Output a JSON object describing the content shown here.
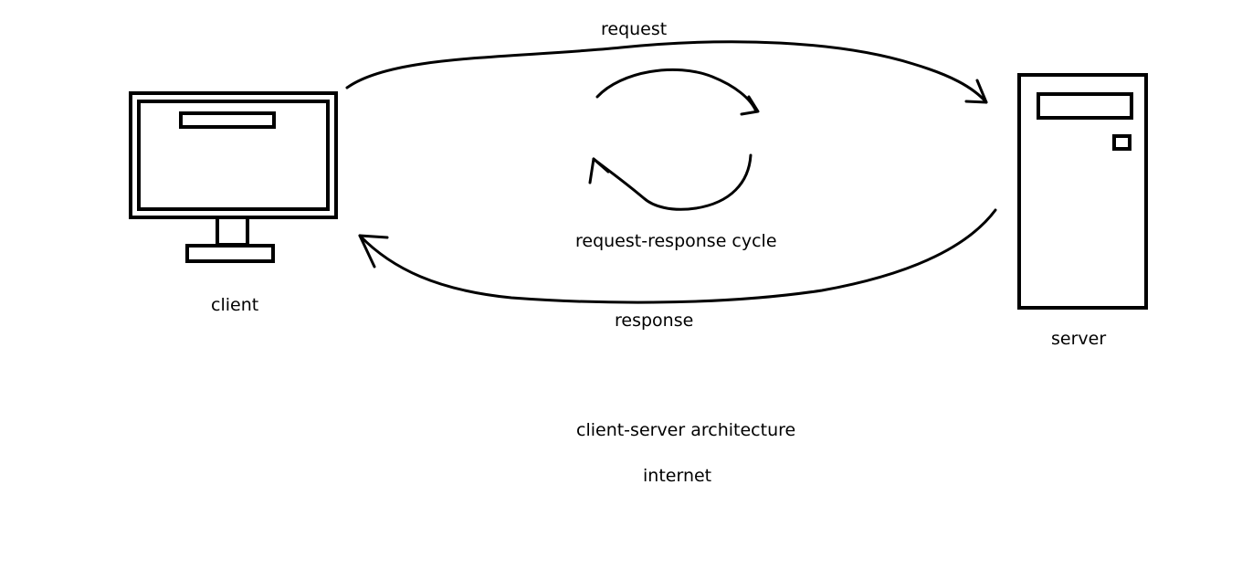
{
  "labels": {
    "request": "request",
    "cycle": "request-response cycle",
    "client": "client",
    "response": "response",
    "server": "server",
    "architecture": "client-server architecture",
    "internet": "internet"
  },
  "colors": {
    "background": "#ffffff",
    "stroke": "#000000"
  },
  "icons": {
    "client": "computer-monitor-icon",
    "server": "server-tower-icon"
  }
}
